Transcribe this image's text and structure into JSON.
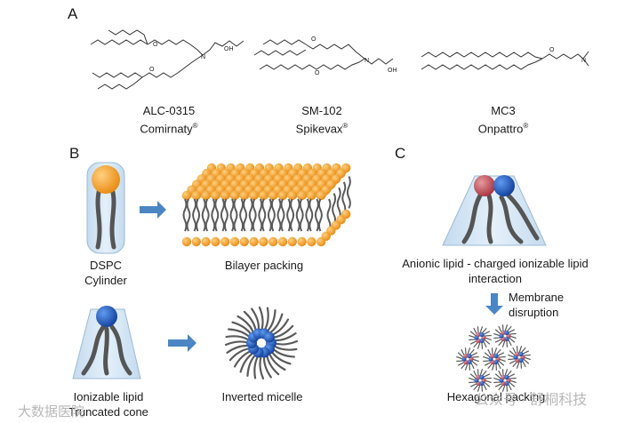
{
  "panels": {
    "a": {
      "letter": "A",
      "lipids": [
        {
          "code": "ALC-0315",
          "brand": "Comirnaty",
          "reg": "®"
        },
        {
          "code": "SM-102",
          "brand": "Spikevax",
          "reg": "®"
        },
        {
          "code": "MC3",
          "brand": "Onpattro",
          "reg": "®"
        }
      ],
      "atoms": {
        "oxygen": "O",
        "nitrogen": "N",
        "hydroxyl": "OH"
      }
    },
    "b": {
      "letter": "B",
      "dspc_name": "DSPC",
      "dspc_shape": "Cylinder",
      "bilayer": "Bilayer packing",
      "ionizable_name": "Ionizable lipid",
      "ionizable_shape": "Truncated cone",
      "micelle": "Inverted micelle"
    },
    "c": {
      "letter": "C",
      "interaction_line1": "Anionic lipid - charged ionizable lipid",
      "interaction_line2": "interaction",
      "disruption_line1": "Membrane",
      "disruption_line2": "disruption",
      "hexagonal": "Hexagonal packing"
    }
  },
  "watermarks": {
    "left": "大数据医院",
    "right": "公众号 · 舒桐科技"
  },
  "colors": {
    "orange_head": "#f39a2a",
    "blue_head": "#2060c8",
    "red_head": "#c8505a",
    "tail": "#5a5a5a",
    "shape_fill": "#d4e6f4",
    "arrow": "#4a86c4"
  }
}
